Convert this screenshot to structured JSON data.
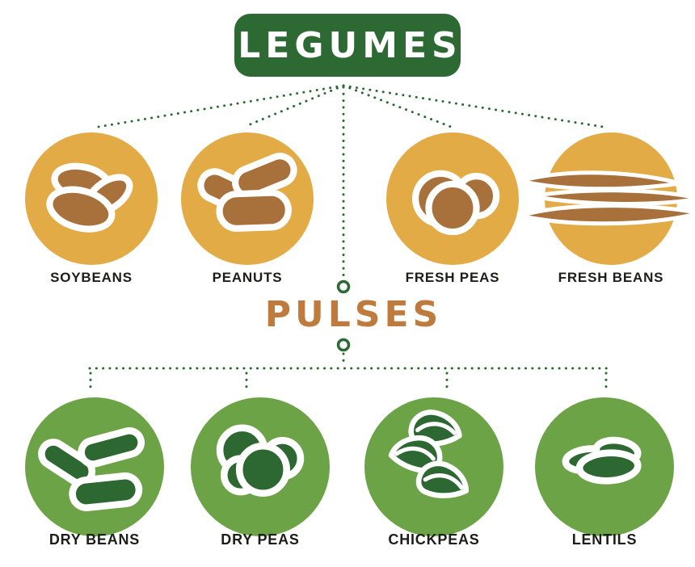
{
  "palette": {
    "background": "#ffffff",
    "title_green": "#2d6a33",
    "dot_green": "#2d6a33",
    "circle_gold": "#e3ab45",
    "icon_brown": "#a8703a",
    "circle_green": "#6ca346",
    "icon_dark_green": "#2d6833",
    "pulses_brown": "#bf7b3d",
    "label_dark": "#1d1d1b",
    "white": "#ffffff"
  },
  "header": {
    "title": "LEGUMES"
  },
  "connector": {
    "subtitle": "PULSES"
  },
  "legumes_row": [
    {
      "label": "SOYBEANS",
      "icon": "soybeans-icon"
    },
    {
      "label": "PEANUTS",
      "icon": "peanuts-icon"
    },
    {
      "label": "FRESH PEAS",
      "icon": "fresh-peas-icon"
    },
    {
      "label": "FRESH BEANS",
      "icon": "fresh-beans-icon"
    }
  ],
  "pulses_row": [
    {
      "label": "DRY BEANS",
      "icon": "dry-beans-icon"
    },
    {
      "label": "DRY PEAS",
      "icon": "dry-peas-icon"
    },
    {
      "label": "CHICKPEAS",
      "icon": "chickpeas-icon"
    },
    {
      "label": "LENTILS",
      "icon": "lentils-icon"
    }
  ]
}
